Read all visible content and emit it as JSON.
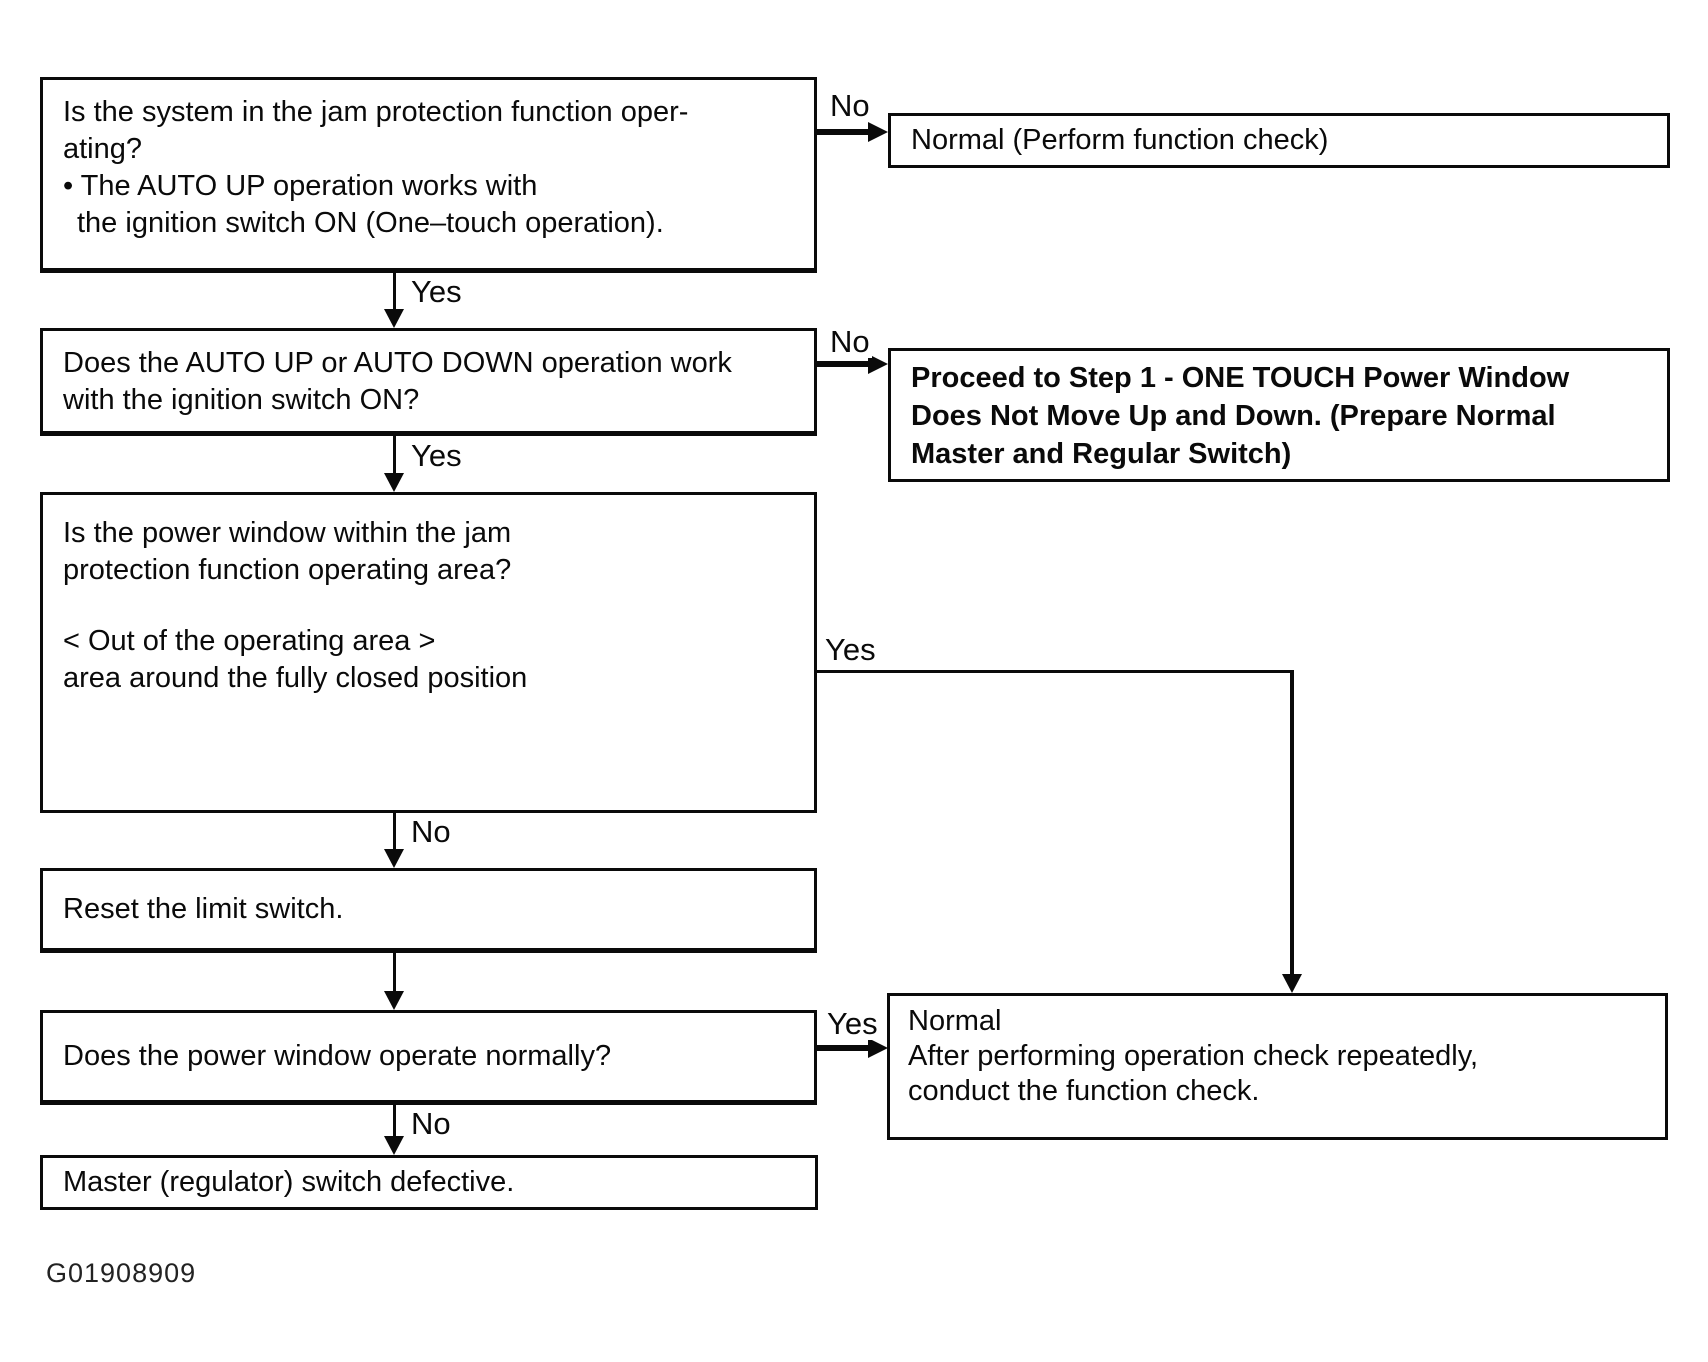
{
  "flowchart": {
    "boxes": {
      "q_jam_protection": {
        "lines": [
          "Is the system in the jam protection function oper-",
          "ating?",
          "• The AUTO UP operation works with",
          "the ignition switch ON (One–touch operation)."
        ]
      },
      "normal_function_check": {
        "text": "Normal (Perform function check)"
      },
      "q_auto_up_down": {
        "lines": [
          "Does the AUTO UP or AUTO DOWN operation work",
          "with the ignition switch ON?"
        ]
      },
      "proceed_step1": {
        "lines": [
          "Proceed to Step 1 - ONE TOUCH Power Window",
          "Does Not Move Up and Down. (Prepare Normal",
          "Master and Regular Switch)"
        ]
      },
      "q_within_operating_area": {
        "question_lines": [
          "Is the power window within the jam",
          "protection function operating area?"
        ],
        "note_lines": [
          "< Out of the operating area >",
          "area around the fully closed position"
        ]
      },
      "reset_limit_switch": {
        "text": "Reset the limit switch."
      },
      "q_operate_normally": {
        "text": "Does the power window operate normally?"
      },
      "normal_after_check": {
        "lines": [
          "Normal",
          "After performing operation check repeatedly,",
          "conduct the function check."
        ]
      },
      "master_switch_defective": {
        "text": "Master (regulator) switch defective."
      }
    },
    "edge_labels": {
      "q1_no": "No",
      "q1_yes": "Yes",
      "q2_no": "No",
      "q2_yes": "Yes",
      "q3_yes": "Yes",
      "q3_no": "No",
      "q5_yes": "Yes",
      "q5_no": "No"
    },
    "figure_id": "G01908909",
    "colors": {
      "line": "#0a0a0a",
      "background": "#ffffff"
    }
  }
}
